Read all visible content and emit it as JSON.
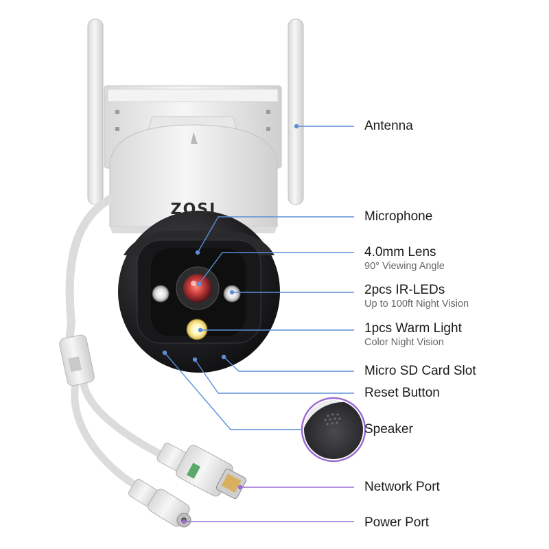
{
  "brand": "ZOSI",
  "colors": {
    "blue_leader": "#5b8fd6",
    "purple_leader": "#9b6ad0",
    "camera_white": "#ededed",
    "camera_black": "#1c1c1e",
    "lens_red": "#d84a4a",
    "warm_light": "#f5e27a"
  },
  "callouts": [
    {
      "id": "antenna",
      "label": "Antenna",
      "sub": ""
    },
    {
      "id": "microphone",
      "label": "Microphone",
      "sub": ""
    },
    {
      "id": "lens",
      "label": "4.0mm Lens",
      "sub": "90° Viewing Angle"
    },
    {
      "id": "ir-leds",
      "label": "2pcs IR-LEDs",
      "sub": "Up to 100ft Night Vision"
    },
    {
      "id": "warm-light",
      "label": "1pcs Warm Light",
      "sub": "Color Night Vision"
    },
    {
      "id": "sd-slot",
      "label": "Micro SD Card Slot",
      "sub": ""
    },
    {
      "id": "reset",
      "label": "Reset Button",
      "sub": ""
    },
    {
      "id": "speaker",
      "label": "Speaker",
      "sub": ""
    },
    {
      "id": "network",
      "label": "Network Port",
      "sub": ""
    },
    {
      "id": "power",
      "label": "Power Port",
      "sub": ""
    }
  ]
}
